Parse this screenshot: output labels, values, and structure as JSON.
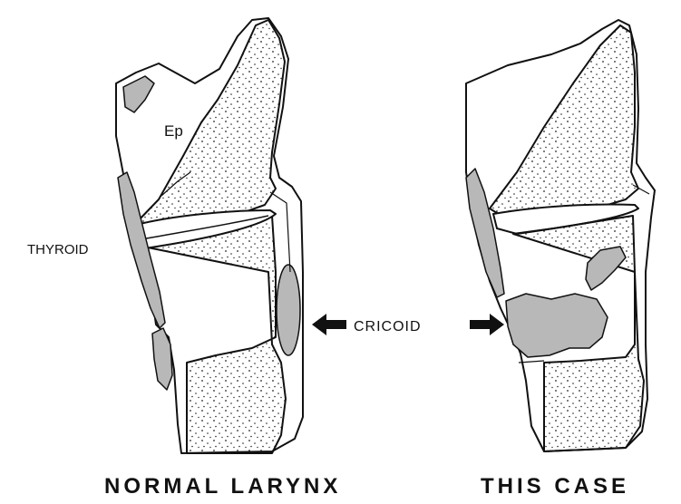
{
  "labels": {
    "ep": "Ep",
    "thyroid": "THYROID",
    "cricoid": "CRICOID"
  },
  "captions": {
    "left": "NORMAL LARYNX",
    "right": "THIS CASE"
  },
  "colors": {
    "ink": "#111111",
    "shade": "#b8b8b8",
    "stipple": "#222222",
    "paper": "#ffffff"
  }
}
